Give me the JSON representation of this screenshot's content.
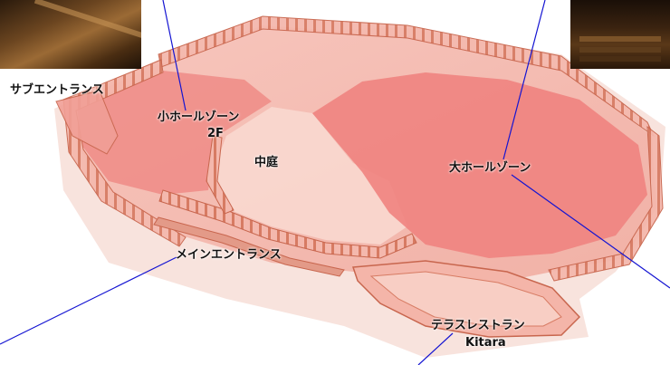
{
  "labels": {
    "sub_entrance": "サブエントランス",
    "small_hall_zone": "小ホールゾーン",
    "small_hall_floor": "2F",
    "courtyard": "中庭",
    "large_hall_zone": "大ホールゾーン",
    "main_entrance": "メインエントランス",
    "terrace_restaurant": "テラスレストラン",
    "restaurant_name": "Kitara"
  },
  "colors": {
    "building_fill": "#f2a8a0",
    "hall_zone_fill": "#ef8a86",
    "wall_stroke": "#c8664e",
    "leader_line": "#1414d2",
    "ground_shadow": "#f5dad2"
  }
}
